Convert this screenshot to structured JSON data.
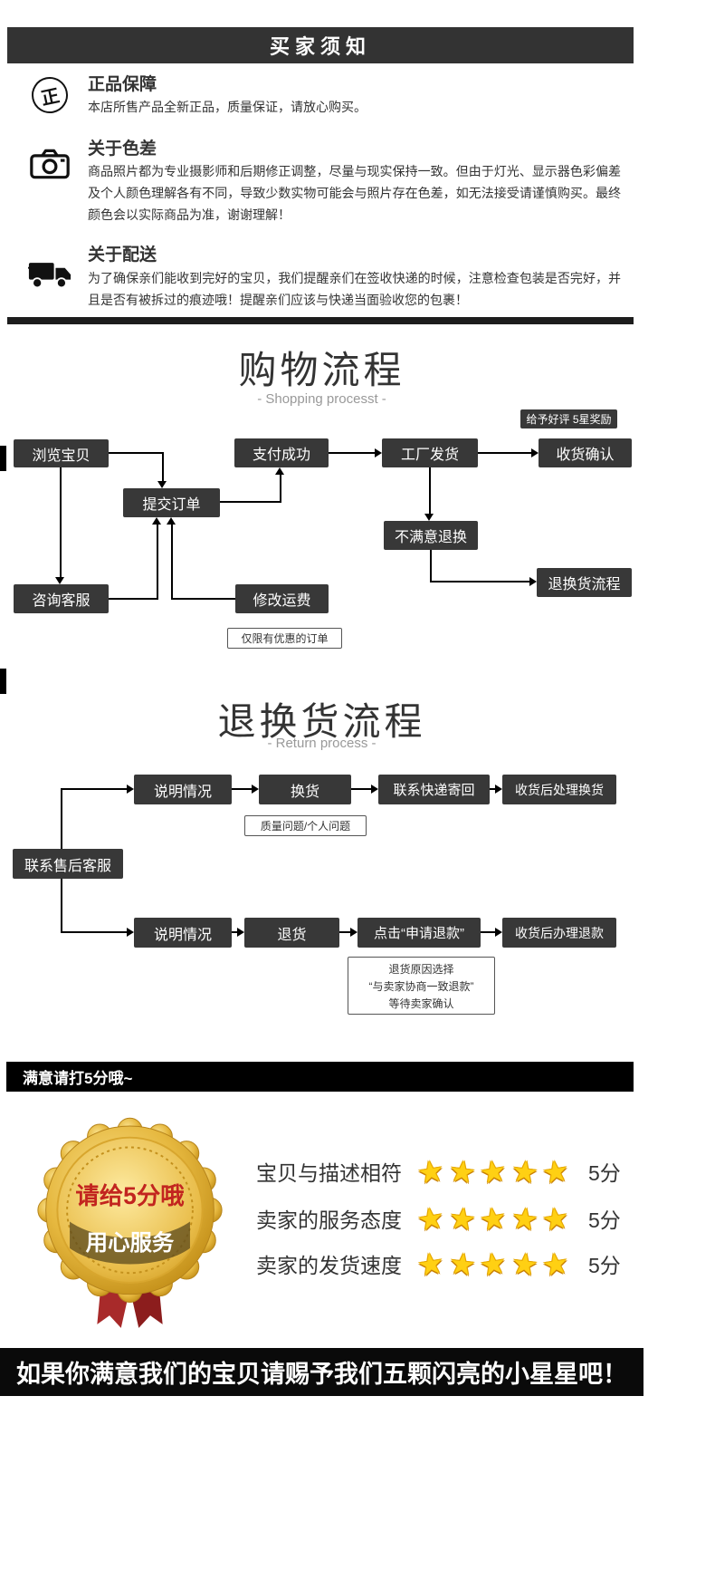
{
  "page": {
    "header": "买家须知"
  },
  "notice": {
    "seal_char": "正",
    "sections": [
      {
        "title": "正品保障",
        "body": "本店所售产品全新正品，质量保证，请放心购买。"
      },
      {
        "title": "关于色差",
        "body": "商品照片都为专业摄影师和后期修正调整，尽量与现实保持一致。但由于灯光、显示器色彩偏差及个人颜色理解各有不同，导致少数实物可能会与照片存在色差，如无法接受请谨慎购买。最终颜色会以实际商品为准，谢谢理解！"
      },
      {
        "title": "关于配送",
        "body": "为了确保亲们能收到完好的宝贝，我们提醒亲们在签收快递的时候，注意检查包装是否完好，并且是否有被拆过的痕迹哦！提醒亲们应该与快递当面验收您的包裹！"
      }
    ]
  },
  "shopping_flow": {
    "title": "购物流程",
    "subtitle": "- Shopping processt -",
    "nodes": {
      "browse": "浏览宝贝",
      "submit": "提交订单",
      "pay": "支付成功",
      "factory_ship": "工厂发货",
      "confirm_receipt": "收货确认",
      "praise_reward": "给予好评 5星奖励",
      "unsatisfied_return": "不满意退换",
      "return_process": "退换货流程",
      "consult_service": "咨询客服",
      "modify_freight": "修改运费",
      "discount_note": "仅限有优惠的订单"
    }
  },
  "return_flow": {
    "title": "退换货流程",
    "subtitle": "- Return process -",
    "nodes": {
      "contact_aftersale": "联系售后客服",
      "explain_top": "说明情况",
      "exchange": "换货",
      "courier_back": "联系快递寄回",
      "handle_exchange": "收货后处理换货",
      "issue_note": "质量问题/个人问题",
      "explain_bottom": "说明情况",
      "return_goods": "退货",
      "apply_refund": "点击“申请退款”",
      "handle_refund": "收货后办理退款",
      "reason_line1": "退货原因选择",
      "reason_line2": "“与卖家协商一致退款”",
      "reason_line3": "等待卖家确认"
    }
  },
  "rating": {
    "bar_text": "满意请打5分哦~",
    "badge_line1": "请给5分哦",
    "badge_line2": "用心服务",
    "star_char": "★",
    "rows": [
      {
        "label": "宝贝与描述相符",
        "score": "5分"
      },
      {
        "label": "卖家的服务态度",
        "score": "5分"
      },
      {
        "label": "卖家的发货速度",
        "score": "5分"
      }
    ],
    "footer": "如果你满意我们的宝贝请赐予我们五颗闪亮的小星星吧！"
  },
  "colors": {
    "dark_bar": "#333333",
    "flow_box": "#383838",
    "black_bar": "#000000",
    "star_gold": "#ffd013",
    "badge_gold": "#e6b83f",
    "badge_text_red": "#c2251f"
  }
}
